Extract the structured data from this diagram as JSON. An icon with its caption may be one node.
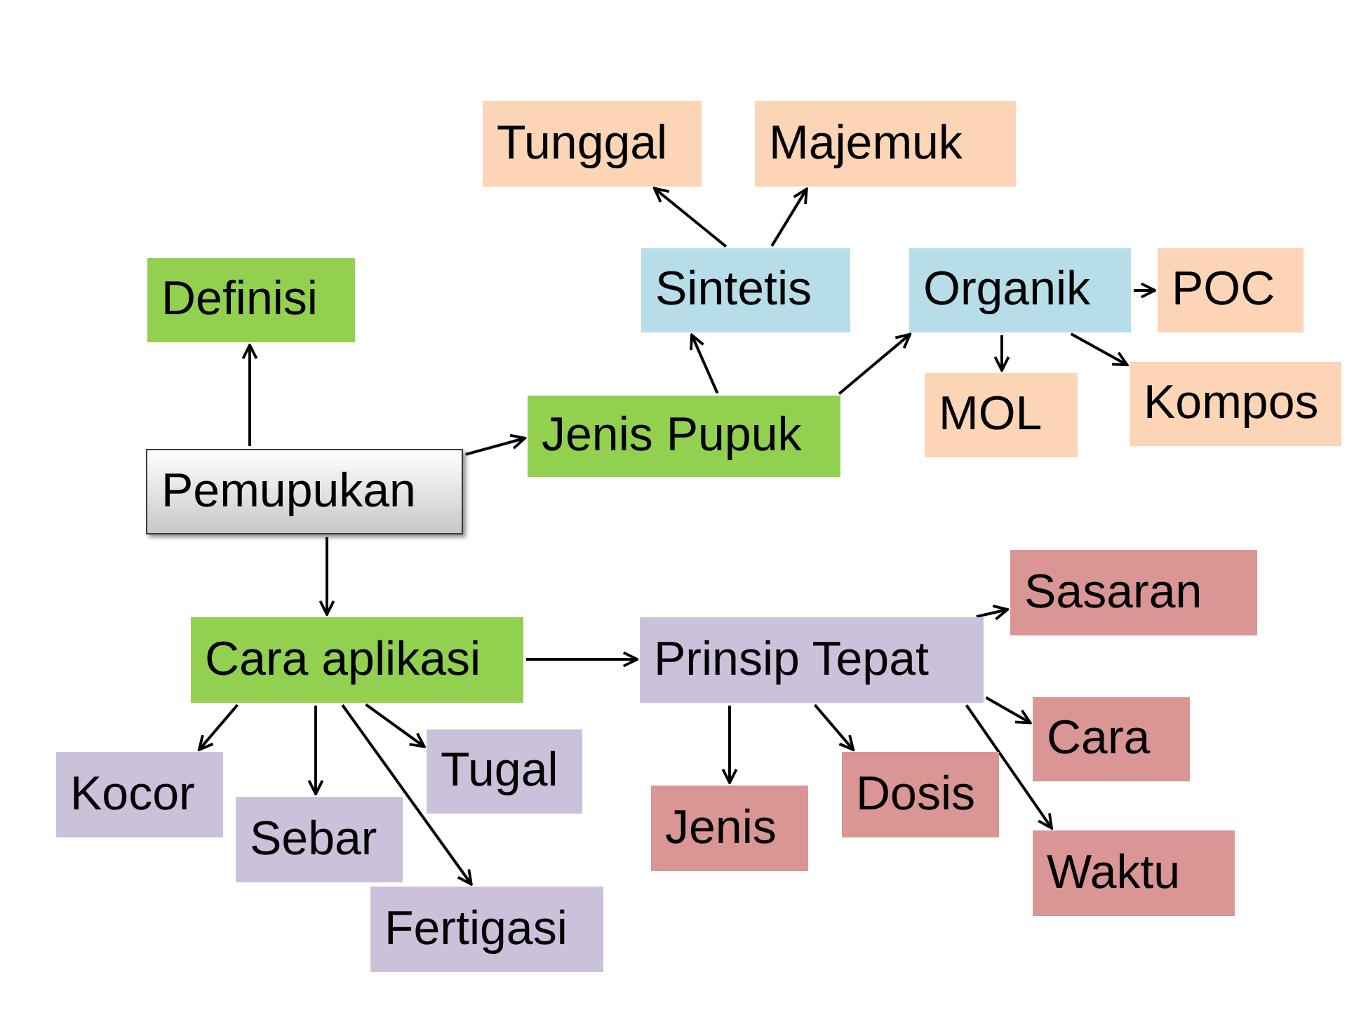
{
  "diagram": {
    "nodes": [
      {
        "text": [
          "Pemupukan"
        ]
      },
      {
        "text": [
          "Definisi"
        ]
      },
      {
        "text": [
          "Jenis Pupuk"
        ]
      },
      {
        "text": [
          "Sintetis"
        ]
      },
      {
        "text": [
          "Organik"
        ]
      },
      {
        "text": [
          "Tunggal"
        ]
      },
      {
        "text": [
          "Majemuk"
        ]
      },
      {
        "text": [
          "POC"
        ]
      },
      {
        "text": [
          "MOL"
        ]
      },
      {
        "text": [
          "Kompos"
        ]
      },
      {
        "text": [
          "Cara aplikasi"
        ]
      },
      {
        "text": [
          "Prinsip Tepat"
        ]
      },
      {
        "text": [
          "Kocor"
        ]
      },
      {
        "text": [
          "Sebar"
        ]
      },
      {
        "text": [
          "Tugal"
        ]
      },
      {
        "text": [
          "Fertigasi"
        ]
      },
      {
        "text": [
          "Sasaran"
        ]
      },
      {
        "text": [
          "Cara"
        ]
      },
      {
        "text": [
          "Jenis"
        ]
      },
      {
        "text": [
          "Dosis"
        ]
      },
      {
        "text": [
          "Waktu"
        ]
      }
    ],
    "edges": [
      {
        "from": 0,
        "to": 1,
        "arrow": "to"
      },
      {
        "from": 0,
        "to": 2,
        "arrow": "to"
      },
      {
        "from": 0,
        "to": 10,
        "arrow": "to"
      },
      {
        "from": 2,
        "to": 3,
        "arrow": "to"
      },
      {
        "from": 2,
        "to": 4,
        "arrow": "to"
      },
      {
        "from": 3,
        "to": 5,
        "arrow": "to"
      },
      {
        "from": 3,
        "to": 6,
        "arrow": "to"
      },
      {
        "from": 4,
        "to": 7,
        "arrow": "to"
      },
      {
        "from": 4,
        "to": 8,
        "arrow": "to"
      },
      {
        "from": 4,
        "to": 9,
        "arrow": "to"
      },
      {
        "from": 10,
        "to": 11,
        "arrow": "to"
      },
      {
        "from": 10,
        "to": 12,
        "arrow": "to"
      },
      {
        "from": 10,
        "to": 13,
        "arrow": "to"
      },
      {
        "from": 10,
        "to": 14,
        "arrow": "to"
      },
      {
        "from": 10,
        "to": 15,
        "arrow": "to"
      },
      {
        "from": 11,
        "to": 16,
        "arrow": "to"
      },
      {
        "from": 11,
        "to": 17,
        "arrow": "to"
      },
      {
        "from": 11,
        "to": 18,
        "arrow": "to"
      },
      {
        "from": 11,
        "to": 19,
        "arrow": "to"
      },
      {
        "from": 11,
        "to": 20,
        "arrow": "to"
      }
    ]
  }
}
